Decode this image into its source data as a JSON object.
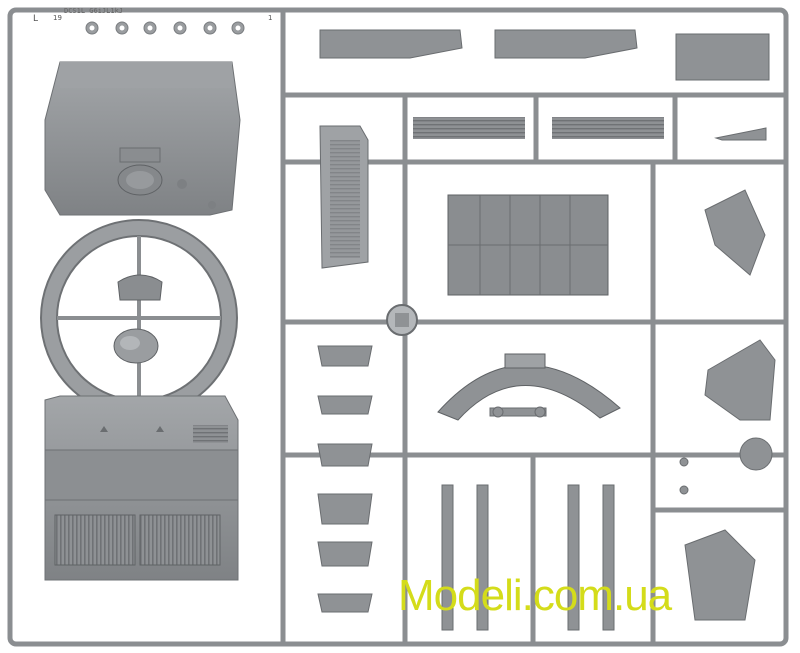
{
  "image": {
    "subject": "grey plastic model kit sprue with tank hull parts",
    "accent_color": "#8a8d90",
    "background": "#ffffff"
  },
  "sprue": {
    "frame_letter": "L",
    "code_text": "DCS1L G6iJL1kJ",
    "part_numbers": [
      "19",
      "1"
    ]
  },
  "watermark": {
    "text": "Modeli.com.ua",
    "color": "#d4dc1a"
  }
}
